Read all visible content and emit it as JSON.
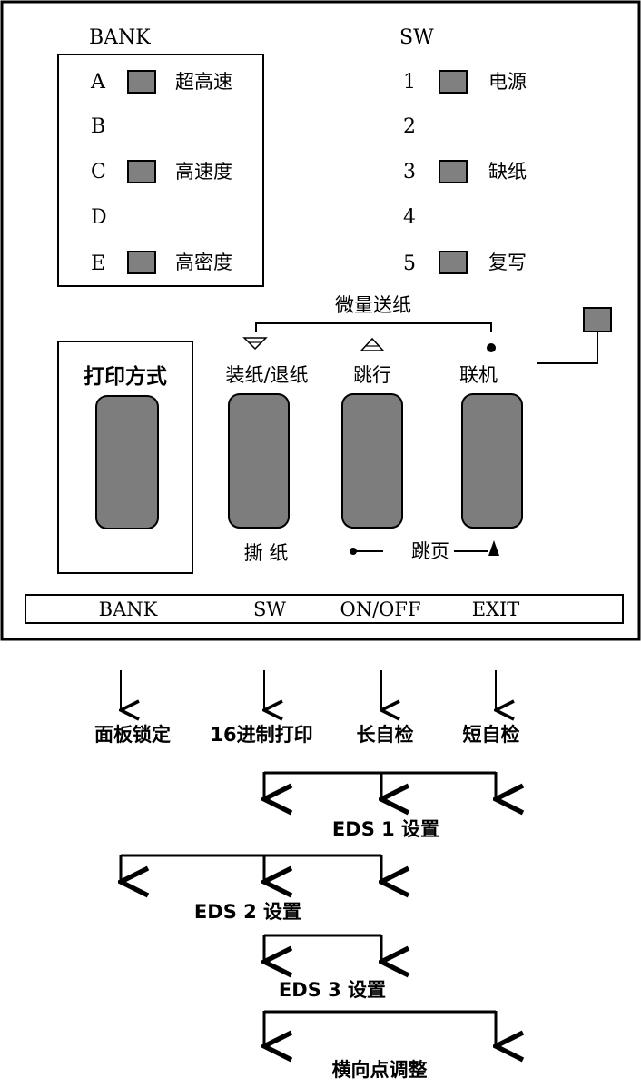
{
  "panel": {
    "bank_title": "BANK",
    "sw_title": "SW",
    "bank_rows": [
      {
        "letter": "A",
        "label": "超高速"
      },
      {
        "letter": "B",
        "label": ""
      },
      {
        "letter": "C",
        "label": "高速度"
      },
      {
        "letter": "D",
        "label": ""
      },
      {
        "letter": "E",
        "label": "高密度"
      }
    ],
    "sw_rows": [
      {
        "num": "1",
        "label": "电源"
      },
      {
        "num": "2",
        "label": ""
      },
      {
        "num": "3",
        "label": "缺纸"
      },
      {
        "num": "4",
        "label": ""
      },
      {
        "num": "5",
        "label": "复写"
      }
    ],
    "micro_feed": "微量送纸",
    "print_mode": "打印方式",
    "buttons": {
      "load": "装纸/退纸",
      "linefeed": "跳行",
      "online": "联机"
    },
    "tear": "撕 纸",
    "formfeed": "跳页",
    "bottom_bar": [
      "BANK",
      "SW",
      "ON/OFF",
      "EXIT"
    ]
  },
  "flow": {
    "row1": [
      "面板锁定",
      "16进制打印",
      "长自检",
      "短自检"
    ],
    "eds1": "EDS 1 设置",
    "eds2": "EDS 2 设置",
    "eds3": "EDS 3 设置",
    "final": "横向点调整"
  }
}
